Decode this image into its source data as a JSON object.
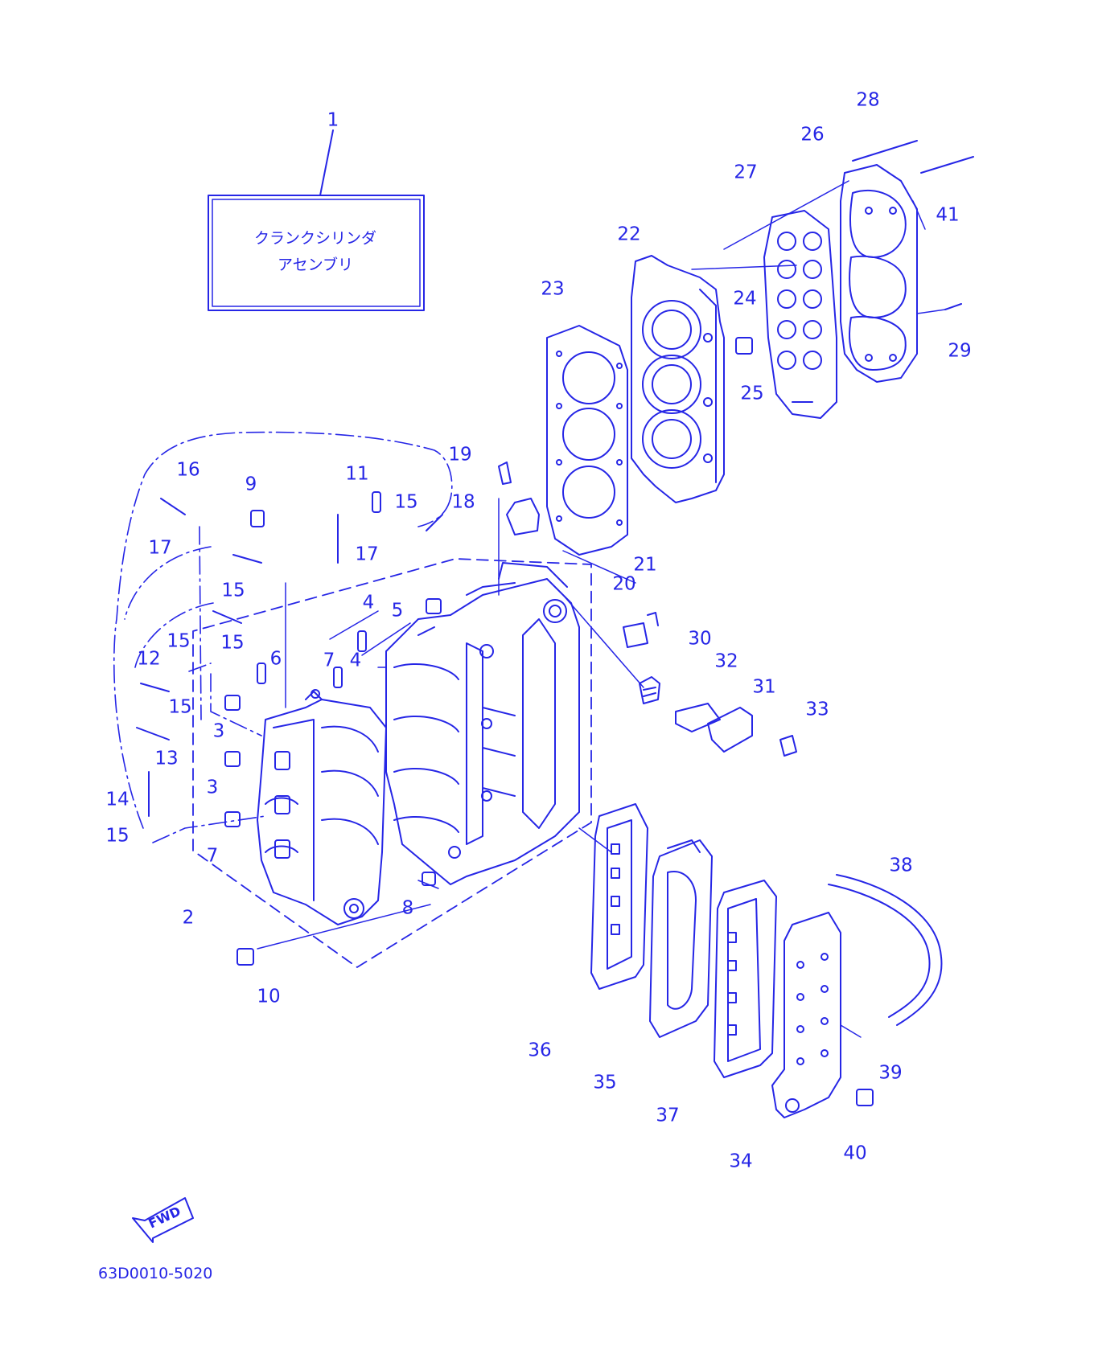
{
  "colors": {
    "ink": "#2626e6",
    "background": "#ffffff"
  },
  "title_box": {
    "line1": "クランクシリンダ",
    "line2": "アセンブリ"
  },
  "fwd_label": "FWD",
  "drawing_code": "63D0010-5020",
  "callouts": {
    "c1": "1",
    "c2": "2",
    "c3a": "3",
    "c3b": "3",
    "c4a": "4",
    "c4b": "4",
    "c5": "5",
    "c6": "6",
    "c7a": "7",
    "c7b": "7",
    "c8": "8",
    "c9": "9",
    "c10": "10",
    "c11": "11",
    "c12": "12",
    "c13": "13",
    "c14": "14",
    "c15a": "15",
    "c15b": "15",
    "c15c": "15",
    "c15d": "15",
    "c15e": "15",
    "c15f": "15",
    "c16": "16",
    "c17a": "17",
    "c17b": "17",
    "c18": "18",
    "c19": "19",
    "c20": "20",
    "c21": "21",
    "c22": "22",
    "c23": "23",
    "c24": "24",
    "c25": "25",
    "c26": "26",
    "c27": "27",
    "c28": "28",
    "c29": "29",
    "c30": "30",
    "c31": "31",
    "c32": "32",
    "c33": "33",
    "c34": "34",
    "c35": "35",
    "c36": "36",
    "c37": "37",
    "c38": "38",
    "c39": "39",
    "c40": "40",
    "c41": "41"
  }
}
